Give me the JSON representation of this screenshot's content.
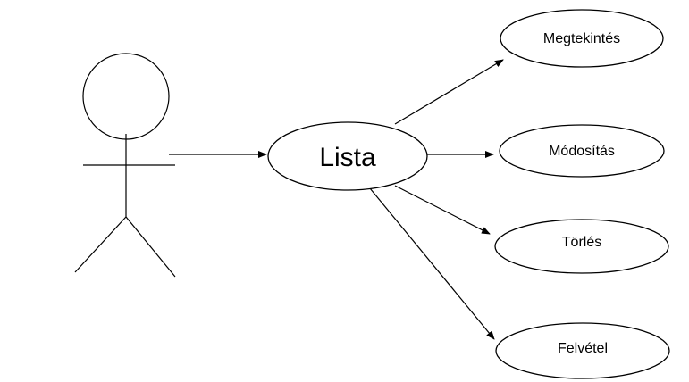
{
  "diagram": {
    "center": {
      "id": "lista",
      "label": "Lista"
    },
    "use_cases": [
      {
        "id": "megtekintes",
        "label": "Megtekintés"
      },
      {
        "id": "modositas",
        "label": "Módosítás"
      },
      {
        "id": "torles",
        "label": "Törlés"
      },
      {
        "id": "felvetel",
        "label": "Felvétel"
      }
    ],
    "edges": [
      {
        "from": "actor",
        "to": "lista"
      },
      {
        "from": "lista",
        "to": "megtekintes"
      },
      {
        "from": "lista",
        "to": "modositas"
      },
      {
        "from": "lista",
        "to": "torles"
      },
      {
        "from": "lista",
        "to": "felvetel"
      }
    ]
  }
}
